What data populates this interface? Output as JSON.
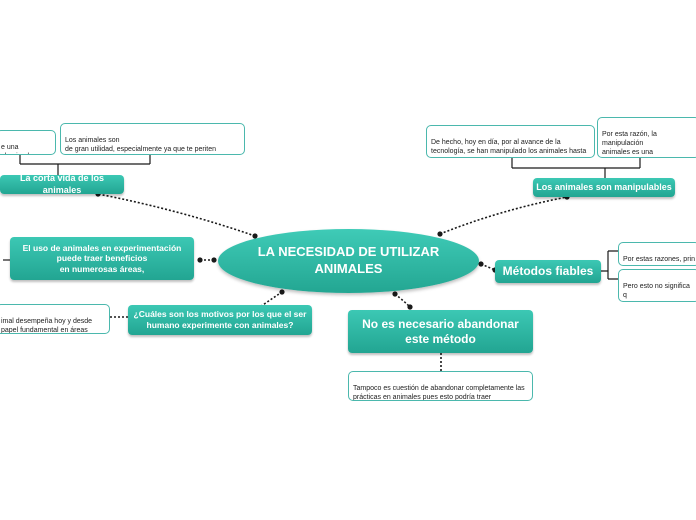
{
  "central": {
    "title": "LA NECESIDAD DE UTILIZAR\nANIMALES"
  },
  "topics": {
    "short_life": "La corta vida de los animales",
    "benefits": "El uso de animales en experimentación\npuede traer beneficios\nen numerosas áreas,",
    "motives": "¿Cuáles son los motivos por los que el ser\nhumano experimente con animales?",
    "manipulable": "Los animales son manipulables",
    "reliable": "Métodos fiables",
    "not_abandon": "No es necesario abandonar\neste método"
  },
  "notes": {
    "short_life_left": "e una\nel animal",
    "short_life_right": "Los animales son\n de gran utilidad, especialmente ya que te periten\nestudiar enfermedades del tipo degenerativo.",
    "motives_left": "imal desempeña hoy y desde\n papel fundamental en áreas",
    "manipulable_left": "De hecho, hoy en día, por al avance de la\ntecnología, se han manipulado los animales hasta\ndesarrollar, lo que llaman \"animales transgénicos\"",
    "manipulable_right": "Por esta razón, la manipulación\nanimales es una característica\nen buenos sujetos\nde experimentación.",
    "reliable_top": "Por estas razones, prin\nanimales es la más fiab",
    "reliable_bottom": "Pero esto no significa q\nindiscriminadamente a\n en investigación",
    "not_abandon_note": "Tampoco es cuestión de abandonar completamente las\nprácticas en animales pues esto podría traer\nconsecuencias fatales para los seres humanos"
  },
  "colors": {
    "topic_fill": "#2bb3a0",
    "note_border": "#4bb8ad",
    "connector": "#1a1a1a"
  }
}
